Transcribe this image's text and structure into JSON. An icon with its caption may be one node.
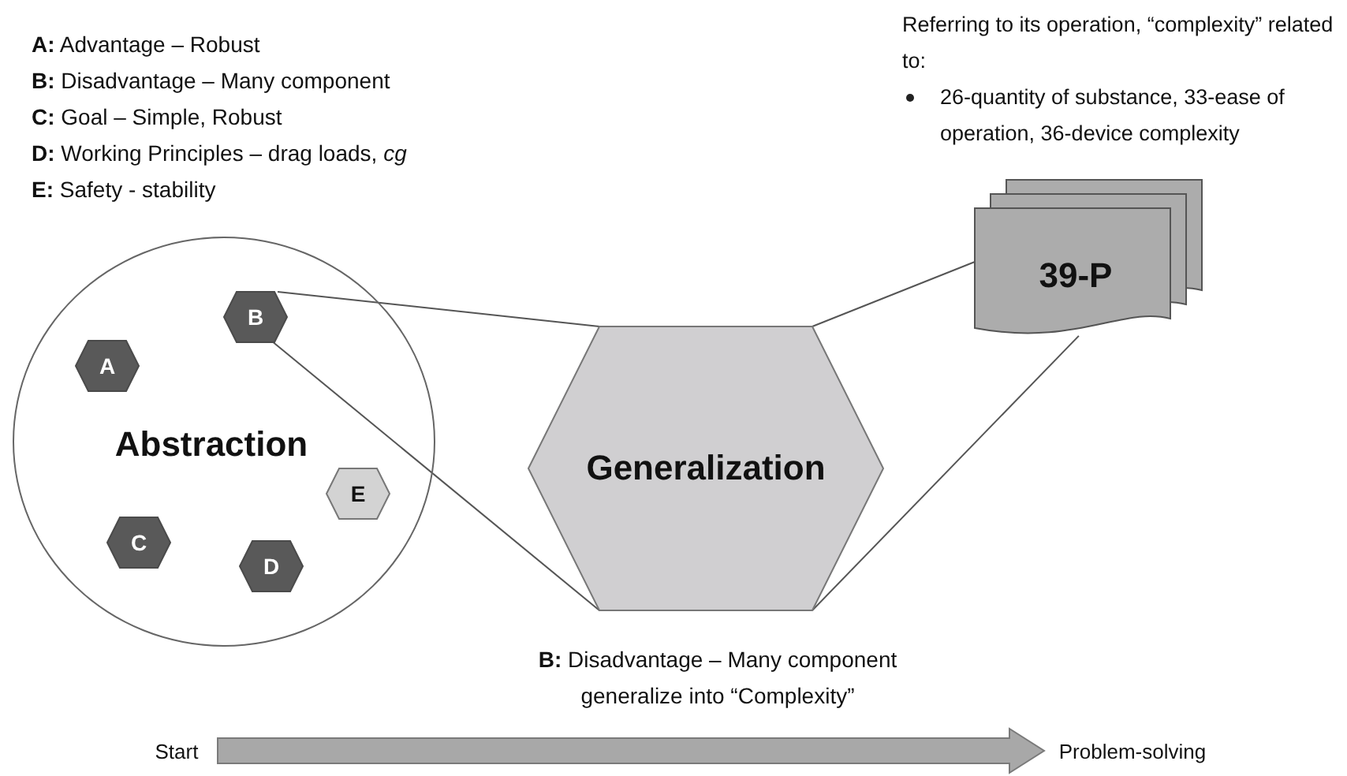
{
  "diagram": {
    "nodes": [
      {
        "text": [
          "Abstraction"
        ]
      },
      {
        "text": [
          "A"
        ],
        "in": 0
      },
      {
        "text": [
          "B"
        ],
        "in": 0
      },
      {
        "text": [
          "E"
        ],
        "in": 0
      },
      {
        "text": [
          "C"
        ],
        "in": 0
      },
      {
        "text": [
          "D"
        ],
        "in": 0
      },
      {
        "text": [
          "Generalization"
        ]
      },
      {
        "text": [
          "39-P"
        ]
      },
      {
        "text": [
          "Start"
        ]
      },
      {
        "text": [
          "Problem-solving"
        ]
      }
    ],
    "edges": [
      {
        "from": 2,
        "to": 6,
        "arrow": "none"
      },
      {
        "from": 2,
        "to": 6,
        "arrow": "none"
      },
      {
        "from": 6,
        "to": 7,
        "arrow": "none"
      },
      {
        "from": 6,
        "to": 7,
        "arrow": "none"
      },
      {
        "from": 8,
        "to": 9,
        "arrow": "to",
        "style": "thick"
      }
    ],
    "labels": [
      "**A:** Advantage – Robust",
      "**B:** Disadvantage – Many component",
      "**C:** Goal – Simple, Robust",
      "**D:** Working Principles – drag loads, *cg*",
      "**E:** Safety - stability",
      "Referring to its operation, “complexity” related to:",
      "26-quantity of substance, 33-ease of operation, 36-device complexity",
      "**B:** Disadvantage – Many component generalize into “Complexity”"
    ]
  }
}
